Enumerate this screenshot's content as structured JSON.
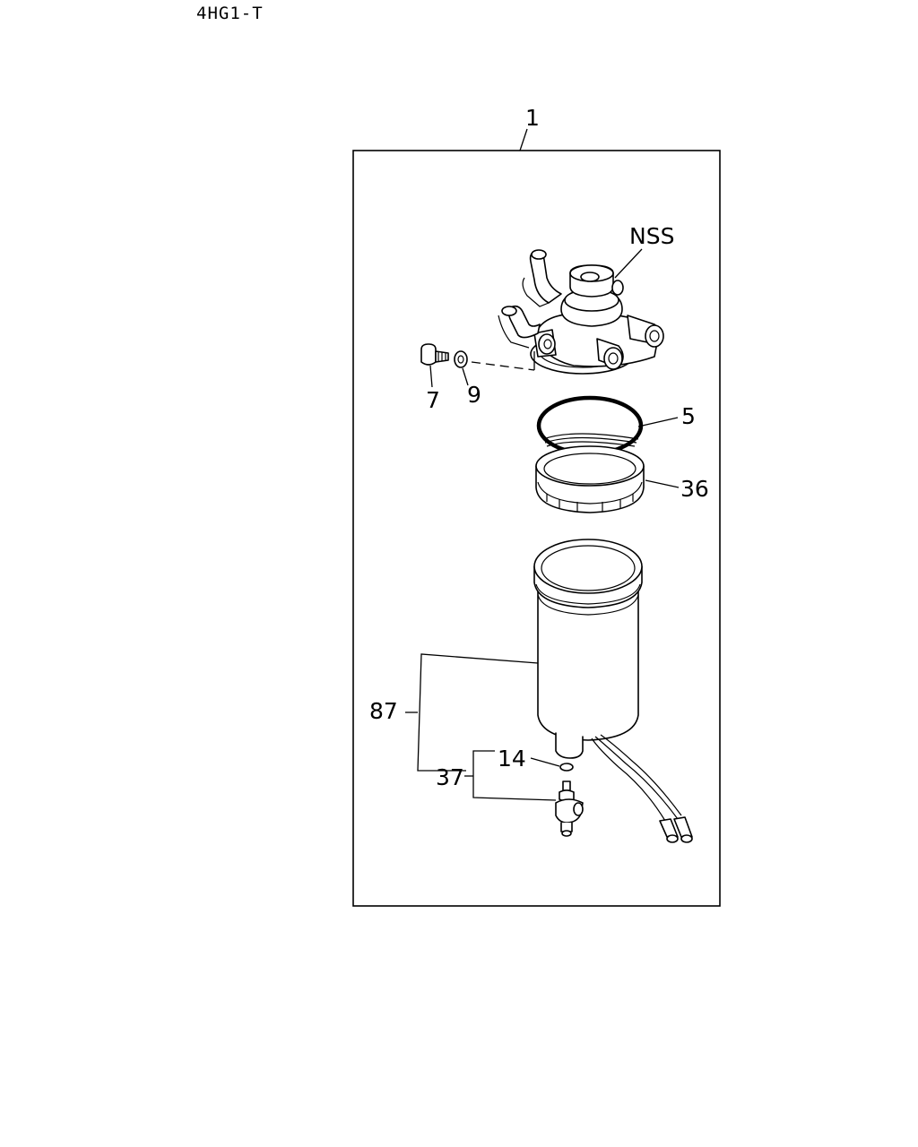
{
  "header": {
    "model_code": "4HG1-T"
  },
  "callouts": {
    "assembly": "1",
    "head": "NSS",
    "bolt": "7",
    "washer": "9",
    "o_ring": "5",
    "ring_nut": "36",
    "filter_element": "87",
    "sensor_kit": "37",
    "small_o_ring": "14"
  }
}
